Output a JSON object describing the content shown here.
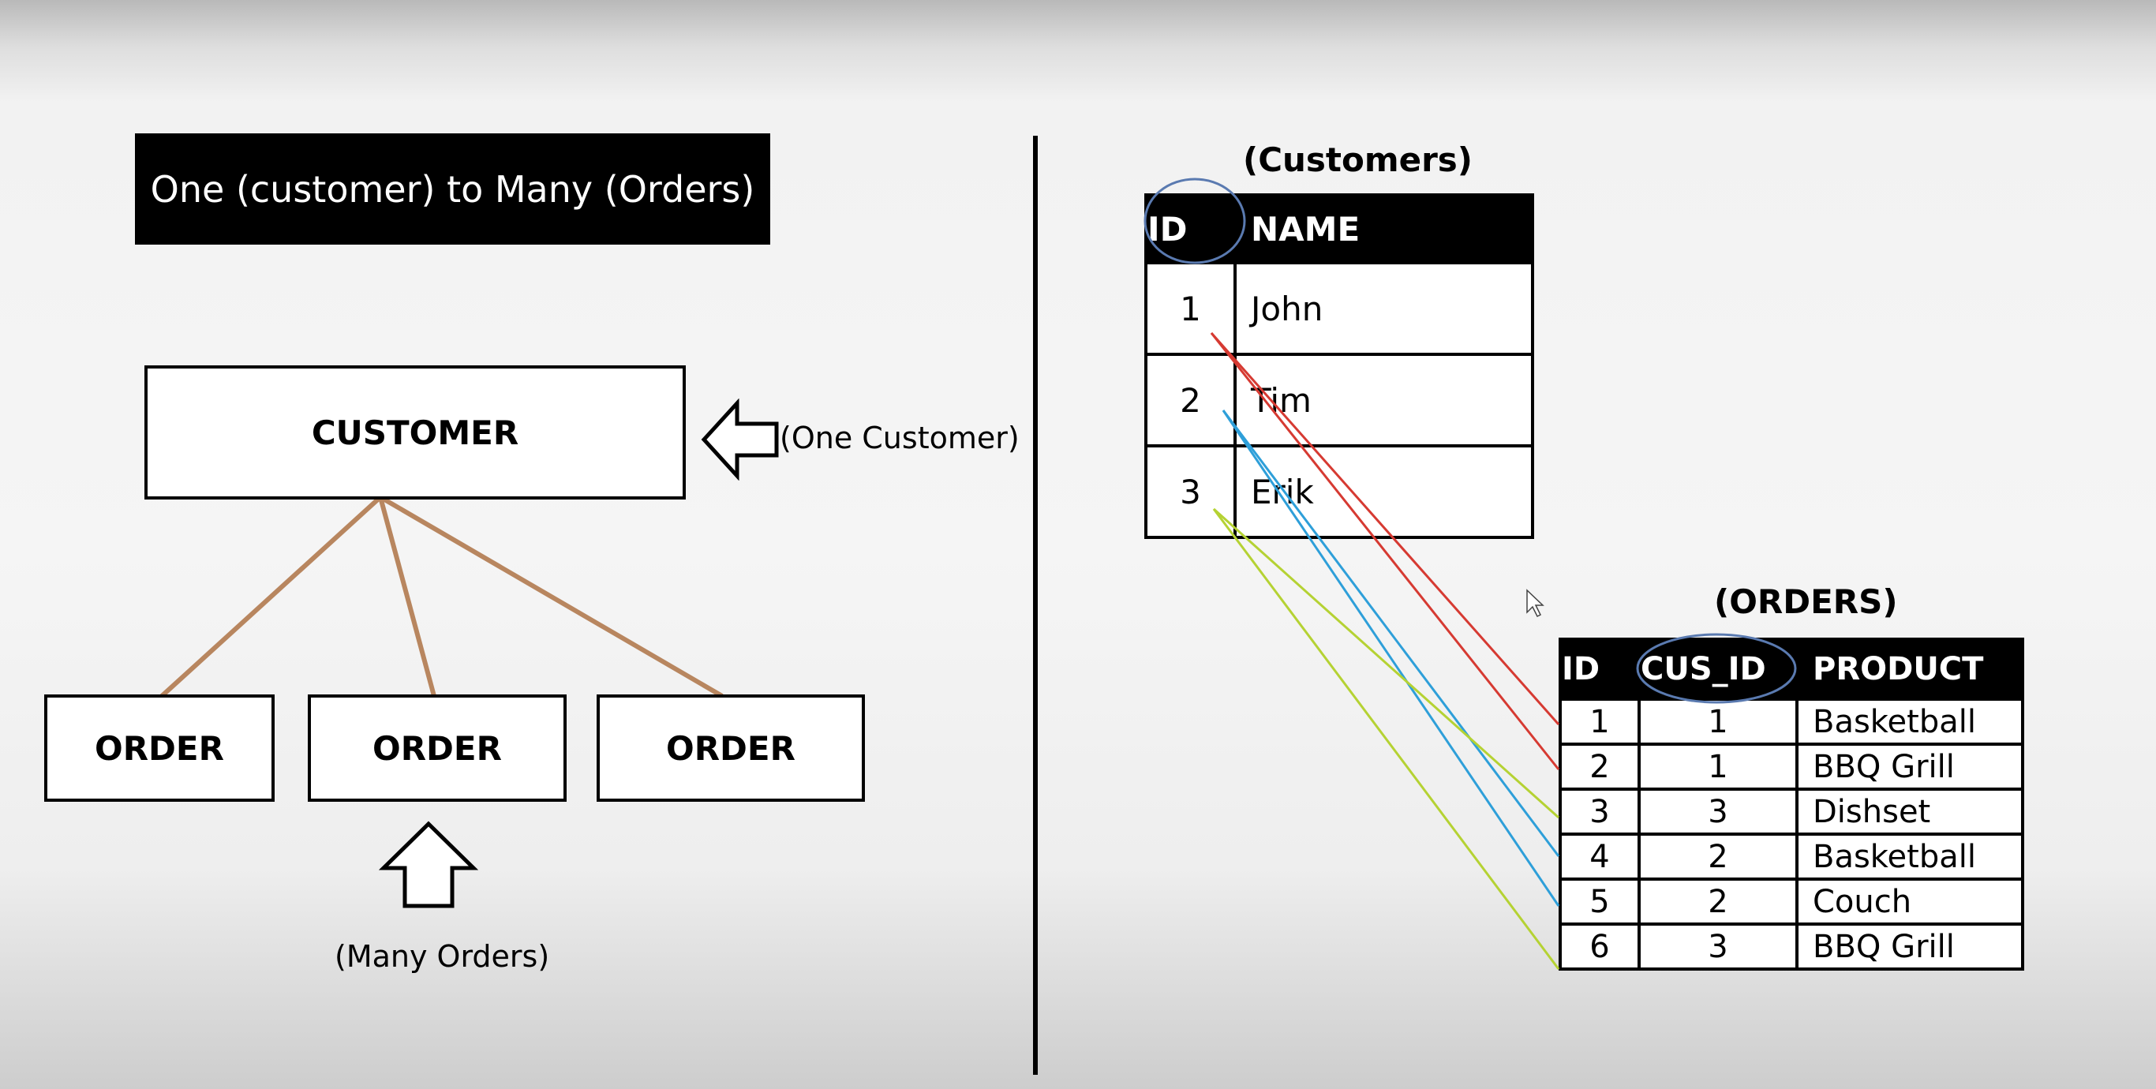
{
  "left": {
    "banner": "One (customer) to Many (Orders)",
    "customer_box": "CUSTOMER",
    "order_boxes": [
      "ORDER",
      "ORDER",
      "ORDER"
    ],
    "one_label": "(One Customer)",
    "many_label": "(Many Orders)"
  },
  "customers": {
    "caption": "(Customers)",
    "headers": [
      "ID",
      "NAME"
    ],
    "rows": [
      [
        "1",
        "John"
      ],
      [
        "2",
        "Tim"
      ],
      [
        "3",
        "Erik"
      ]
    ]
  },
  "orders": {
    "caption": "(ORDERS)",
    "headers": [
      "ID",
      "CUS_ID",
      "PRODUCT"
    ],
    "rows": [
      [
        "1",
        "1",
        "Basketball"
      ],
      [
        "2",
        "1",
        "BBQ Grill"
      ],
      [
        "3",
        "3",
        "Dishset"
      ],
      [
        "4",
        "2",
        "Basketball"
      ],
      [
        "5",
        "2",
        "Couch"
      ],
      [
        "6",
        "3",
        "BBQ Grill"
      ]
    ]
  },
  "colors": {
    "tree_line": "#b8865f",
    "link_customer_1": "#d63a32",
    "link_customer_2": "#2e9fd9",
    "link_customer_3": "#b5d233",
    "highlight_ellipse": "#5a7ab0"
  },
  "icons": [
    "arrow-left-outline-icon",
    "arrow-up-outline-icon",
    "mouse-cursor-icon"
  ]
}
